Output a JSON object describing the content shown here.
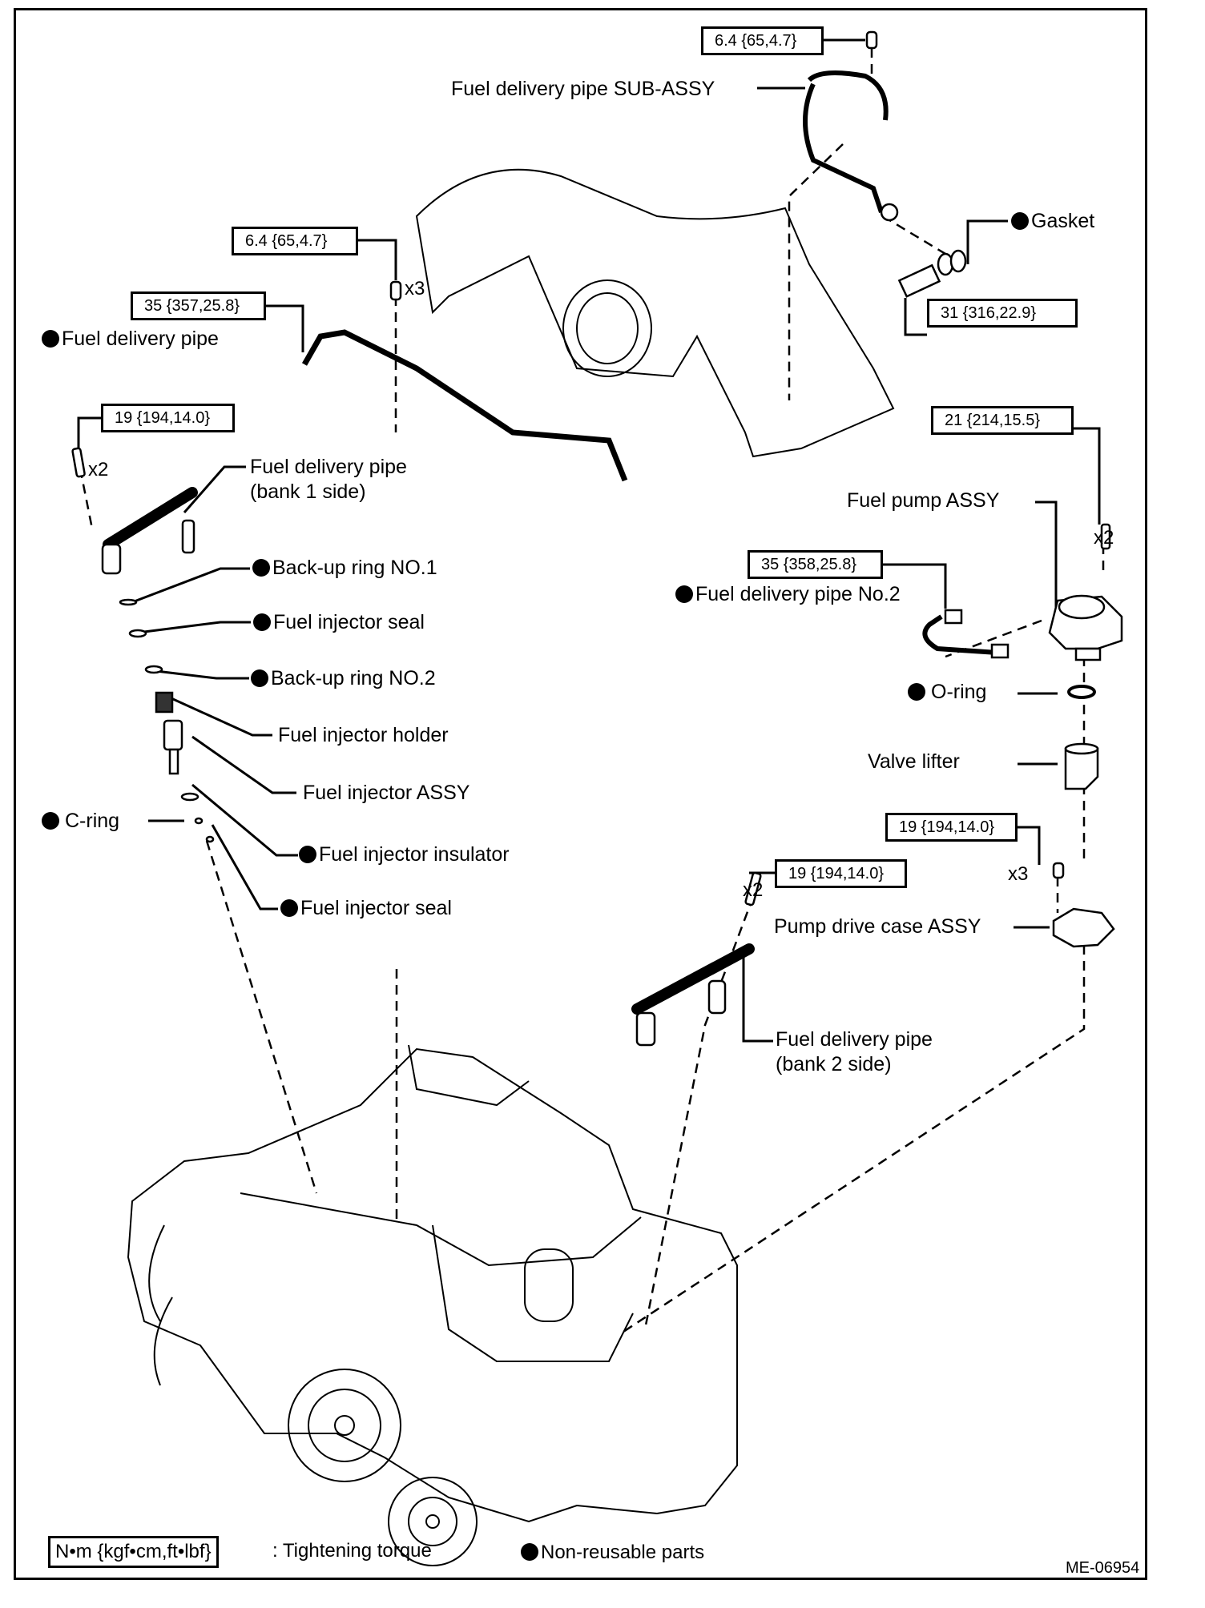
{
  "diagram": {
    "title": "Fuel delivery system exploded view",
    "figure_code": "ME-06954",
    "legend": {
      "torque_units": "N•m {kgf•cm,ft•lbf}",
      "torque_desc": ": Tightening torque",
      "non_reusable_symbol": "filled-circle",
      "non_reusable_desc": "Non-reusable parts"
    },
    "torque_specs": [
      {
        "id": "t1",
        "value": "6.4 {65,4.7}",
        "part": "Fuel delivery pipe SUB-ASSY bolt"
      },
      {
        "id": "t2",
        "value": "6.4 {65,4.7}",
        "part": "Fuel delivery pipe clamp bolt",
        "qty": "x3"
      },
      {
        "id": "t3",
        "value": "35 {357,25.8}",
        "part": "Fuel delivery pipe union nut"
      },
      {
        "id": "t4",
        "value": "31 {316,22.9}",
        "part": "Union bolt"
      },
      {
        "id": "t5",
        "value": "19 {194,14.0}",
        "part": "Bank 1 delivery pipe bolt",
        "qty": "x2"
      },
      {
        "id": "t6",
        "value": "21 {214,15.5}",
        "part": "Fuel pump bolt",
        "qty": "x2"
      },
      {
        "id": "t7",
        "value": "35 {358,25.8}",
        "part": "Fuel delivery pipe No.2 nut"
      },
      {
        "id": "t8",
        "value": "19 {194,14.0}",
        "part": "Pump drive case bolt",
        "qty": "x3"
      },
      {
        "id": "t9",
        "value": "19 {194,14.0}",
        "part": "Bank 2 delivery pipe bolt",
        "qty": "x2"
      }
    ],
    "parts": [
      {
        "name": "Fuel delivery pipe SUB-ASSY",
        "non_reusable": false
      },
      {
        "name": "Gasket",
        "non_reusable": true
      },
      {
        "name": "Fuel delivery pipe",
        "non_reusable": true
      },
      {
        "name": "Fuel delivery pipe",
        "line2": "(bank 1 side)",
        "non_reusable": false
      },
      {
        "name": "Back-up ring NO.1",
        "non_reusable": true
      },
      {
        "name": "Fuel injector seal",
        "non_reusable": true
      },
      {
        "name": "Back-up ring NO.2",
        "non_reusable": true
      },
      {
        "name": "Fuel injector holder",
        "non_reusable": false
      },
      {
        "name": "Fuel injector ASSY",
        "non_reusable": false
      },
      {
        "name": "C-ring",
        "non_reusable": true
      },
      {
        "name": "Fuel injector insulator",
        "non_reusable": true
      },
      {
        "name": "Fuel injector seal",
        "non_reusable": true
      },
      {
        "name": "Fuel pump ASSY",
        "non_reusable": false
      },
      {
        "name": "Fuel delivery pipe No.2",
        "non_reusable": true
      },
      {
        "name": "O-ring",
        "non_reusable": true
      },
      {
        "name": "Valve lifter",
        "non_reusable": false
      },
      {
        "name": "Pump drive case ASSY",
        "non_reusable": false
      },
      {
        "name": "Fuel delivery pipe",
        "line2": "(bank 2 side)",
        "non_reusable": false
      }
    ],
    "quantities": {
      "q_t2": "x3",
      "q_t5": "x2",
      "q_t6": "x2",
      "q_t8": "x3",
      "q_t9": "x2"
    }
  }
}
